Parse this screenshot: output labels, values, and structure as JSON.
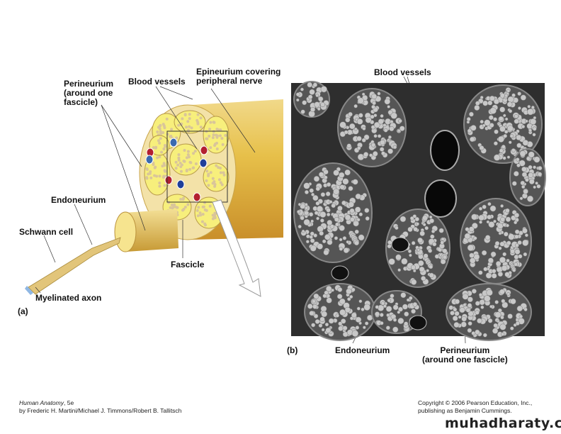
{
  "figure_a": {
    "panel_label": "(a)",
    "labels": {
      "perineurium": [
        "Perineurium",
        "(around one",
        "fascicle)"
      ],
      "blood_vessels": "Blood vessels",
      "epineurium": [
        "Epineurium covering",
        "peripheral nerve"
      ],
      "endoneurium": "Endoneurium",
      "schwann_cell": "Schwann cell",
      "myelinated_axon": "Myelinated axon",
      "fascicle": "Fascicle"
    }
  },
  "figure_b": {
    "panel_label": "(b)",
    "labels": {
      "blood_vessels": "Blood vessels",
      "endoneurium": "Endoneurium",
      "perineurium": [
        "Perineurium",
        "(around one fascicle)"
      ]
    }
  },
  "footer": {
    "book_title": "Human Anatomy",
    "edition": ", 5e",
    "authors": "by Frederic H. Martini/Michael J. Timmons/Robert B. Tallitsch",
    "copyright": "Copyright © 2006 Pearson Education, Inc.,",
    "publisher": "publishing as Benjamin Cummings.",
    "watermark": "muhadharaty.com"
  }
}
